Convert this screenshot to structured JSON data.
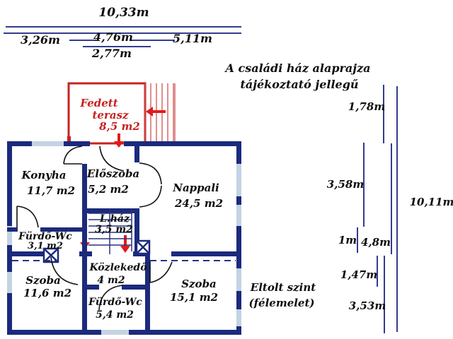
{
  "title": {
    "line1": "A családi ház alaprajza",
    "line2": "tájékoztató jellegű"
  },
  "top_dimensions": {
    "total": "10,33m",
    "segment_left": "3,26m",
    "segment_middle": "4,76m",
    "segment_right": "5,11m",
    "segment_inner": "2,77m"
  },
  "right_dimensions": {
    "d_1_78": "1,78m",
    "d_3_58": "3,58m",
    "d_1": "1m",
    "d_4_8": "4,8m",
    "d_1_47": "1,47m",
    "d_3_53": "3,53m",
    "total": "10,11m"
  },
  "rooms": {
    "terasz": {
      "name_line1": "Fedett",
      "name_line2": "terasz",
      "area": "8,5 m2"
    },
    "konyha": {
      "name": "Konyha",
      "area": "11,7 m2"
    },
    "eloszoba": {
      "name": "Előszoba",
      "area": "5,2 m2"
    },
    "lepcsohaz": {
      "name": "L.ház",
      "area": "3,5 m2"
    },
    "nappali": {
      "name": "Nappali",
      "area": "24,5 m2"
    },
    "furdo_wc_felso": {
      "name": "Fürdő-Wc",
      "area": "3,1 m2"
    },
    "szoba_bal": {
      "name": "Szoba",
      "area": "11,6 m2"
    },
    "kozlekedo": {
      "name": "Közlekedő",
      "area": "4 m2"
    },
    "furdo_wc_also": {
      "name": "Fürdő-Wc",
      "area": "5,4 m2"
    },
    "szoba_jobb": {
      "name": "Szoba",
      "area": "15,1 m2"
    }
  },
  "note": {
    "line1": "Eltolt szint",
    "line2": "(félemelet)"
  },
  "colors": {
    "wall": "#1b2a7d",
    "window": "#c3d3e3",
    "dimension_line": "#333c8f",
    "terrace_red": "#c92121",
    "arrow_red": "#e01b1b"
  }
}
